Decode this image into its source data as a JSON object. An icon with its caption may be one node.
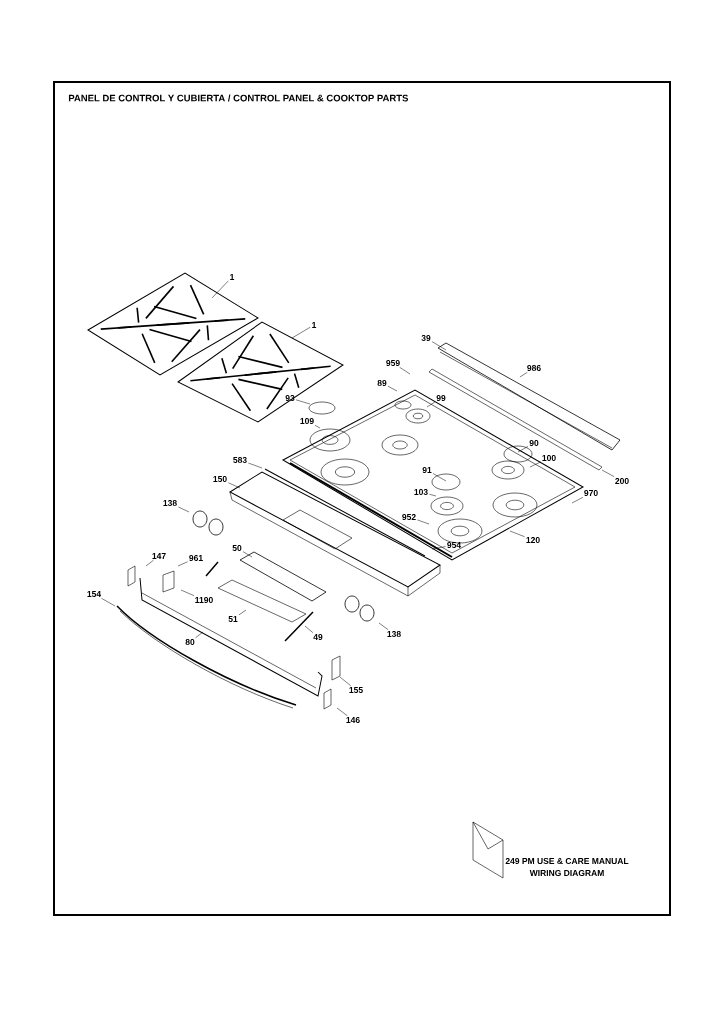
{
  "diagram": {
    "title": "PANEL DE CONTROL Y CUBIERTA / CONTROL PANEL & COOKTOP PARTS",
    "nodes": [
      {
        "text": [
          "1"
        ]
      },
      {
        "text": [
          "1"
        ]
      },
      {
        "text": [
          "39"
        ]
      },
      {
        "text": [
          "959"
        ]
      },
      {
        "text": [
          "986"
        ]
      },
      {
        "text": [
          "89"
        ]
      },
      {
        "text": [
          "99"
        ]
      },
      {
        "text": [
          "93"
        ]
      },
      {
        "text": [
          "109"
        ]
      },
      {
        "text": [
          "90"
        ]
      },
      {
        "text": [
          "583"
        ]
      },
      {
        "text": [
          "100"
        ]
      },
      {
        "text": [
          "91"
        ]
      },
      {
        "text": [
          "200"
        ]
      },
      {
        "text": [
          "150"
        ]
      },
      {
        "text": [
          "970"
        ]
      },
      {
        "text": [
          "103"
        ]
      },
      {
        "text": [
          "138"
        ]
      },
      {
        "text": [
          "952"
        ]
      },
      {
        "text": [
          "50"
        ]
      },
      {
        "text": [
          "954"
        ]
      },
      {
        "text": [
          "147"
        ]
      },
      {
        "text": [
          "961"
        ]
      },
      {
        "text": [
          "120"
        ]
      },
      {
        "text": [
          "154"
        ]
      },
      {
        "text": [
          "1190"
        ]
      },
      {
        "text": [
          "51"
        ]
      },
      {
        "text": [
          "49"
        ]
      },
      {
        "text": [
          "138"
        ]
      },
      {
        "text": [
          "80"
        ]
      },
      {
        "text": [
          "155"
        ]
      },
      {
        "text": [
          "146"
        ]
      }
    ],
    "edges": [
      {
        "from": 0,
        "to": null,
        "arrow": "none"
      },
      {
        "from": 1,
        "to": null,
        "arrow": "none"
      },
      {
        "from": 2,
        "to": null,
        "arrow": "none"
      },
      {
        "from": 3,
        "to": null,
        "arrow": "none"
      },
      {
        "from": 4,
        "to": null,
        "arrow": "none"
      },
      {
        "from": 5,
        "to": null,
        "arrow": "none"
      },
      {
        "from": 6,
        "to": null,
        "arrow": "none"
      },
      {
        "from": 7,
        "to": null,
        "arrow": "none"
      },
      {
        "from": 8,
        "to": null,
        "arrow": "none"
      },
      {
        "from": 9,
        "to": null,
        "arrow": "none"
      },
      {
        "from": 10,
        "to": null,
        "arrow": "none"
      },
      {
        "from": 11,
        "to": null,
        "arrow": "none"
      },
      {
        "from": 12,
        "to": null,
        "arrow": "none"
      },
      {
        "from": 13,
        "to": null,
        "arrow": "none"
      },
      {
        "from": 14,
        "to": null,
        "arrow": "none"
      },
      {
        "from": 15,
        "to": null,
        "arrow": "none"
      },
      {
        "from": 16,
        "to": null,
        "arrow": "none"
      },
      {
        "from": 17,
        "to": null,
        "arrow": "none"
      },
      {
        "from": 18,
        "to": null,
        "arrow": "none"
      },
      {
        "from": 19,
        "to": null,
        "arrow": "none"
      },
      {
        "from": 20,
        "to": null,
        "arrow": "none"
      },
      {
        "from": 21,
        "to": null,
        "arrow": "none"
      },
      {
        "from": 22,
        "to": null,
        "arrow": "none"
      },
      {
        "from": 23,
        "to": null,
        "arrow": "none"
      },
      {
        "from": 24,
        "to": null,
        "arrow": "none"
      },
      {
        "from": 25,
        "to": null,
        "arrow": "none"
      },
      {
        "from": 26,
        "to": null,
        "arrow": "none"
      },
      {
        "from": 27,
        "to": null,
        "arrow": "none"
      },
      {
        "from": 28,
        "to": null,
        "arrow": "none"
      },
      {
        "from": 29,
        "to": null,
        "arrow": "none"
      },
      {
        "from": 30,
        "to": null,
        "arrow": "none"
      },
      {
        "from": 31,
        "to": null,
        "arrow": "none"
      }
    ],
    "labels": [
      "249 PM USE & CARE MANUAL",
      "WIRING DIAGRAM"
    ]
  }
}
